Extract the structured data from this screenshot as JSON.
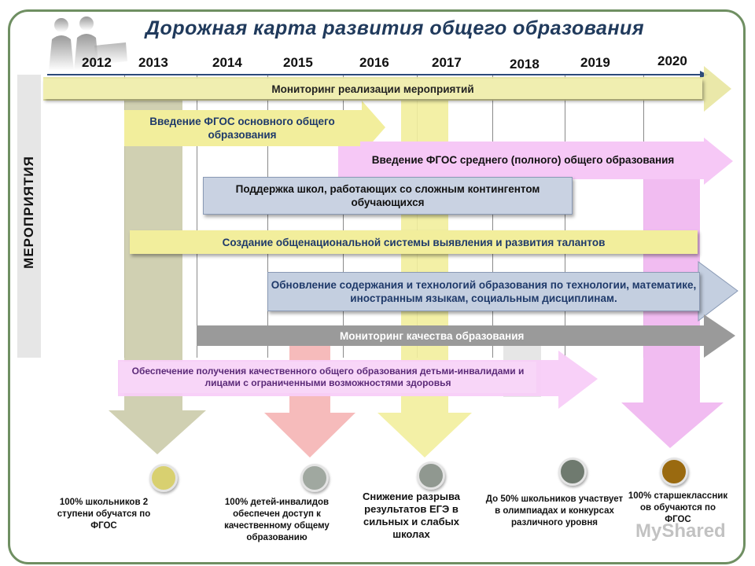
{
  "title": "Дорожная карта развития общего образования",
  "side_label": "МЕРОПРИЯТИЯ",
  "years": [
    "2012",
    "2013",
    "2014",
    "2015",
    "2016",
    "2017",
    "2018",
    "2019",
    "2020"
  ],
  "bars": {
    "monitoring_impl": "Мониторинг реализации мероприятий",
    "fgos_basic": "Введение ФГОС основного общего образования",
    "fgos_secondary": "Введение ФГОС среднего (полного) общего образования",
    "support_schools": "Поддержка школ, работающих со сложным контингентом обучающихся",
    "talents": "Создание  общенациональной системы выявления и развития талантов",
    "update_content": "Обновление содержания и технологий образования по технологии, математике, иностранным языкам, социальным дисциплинам.",
    "quality_monitoring": "Мониторинг качества образования",
    "disabled": "Обеспечение получения качественного общего  образования детьми-инвалидами и лицами с ограниченными возможностями здоровья"
  },
  "outcomes": [
    {
      "text": "100% школьников 2 ступени обучатся по ФГОС",
      "color": "#d8d070"
    },
    {
      "text": "100% детей-инвалидов обеспечен доступ к качественному общему образованию",
      "color": "#a0a8a0"
    },
    {
      "text": "Снижение разрыва результатов ЕГЭ в сильных и слабых школах",
      "color": "#909890"
    },
    {
      "text": "До 50% школьников участвует в олимпиадах и конкурсах различного уровня",
      "color": "#6f7a6f"
    },
    {
      "text": "100% старшеклассник ов обучаются по ФГОС",
      "color": "#9a6a10"
    }
  ],
  "watermark": "MyShared"
}
